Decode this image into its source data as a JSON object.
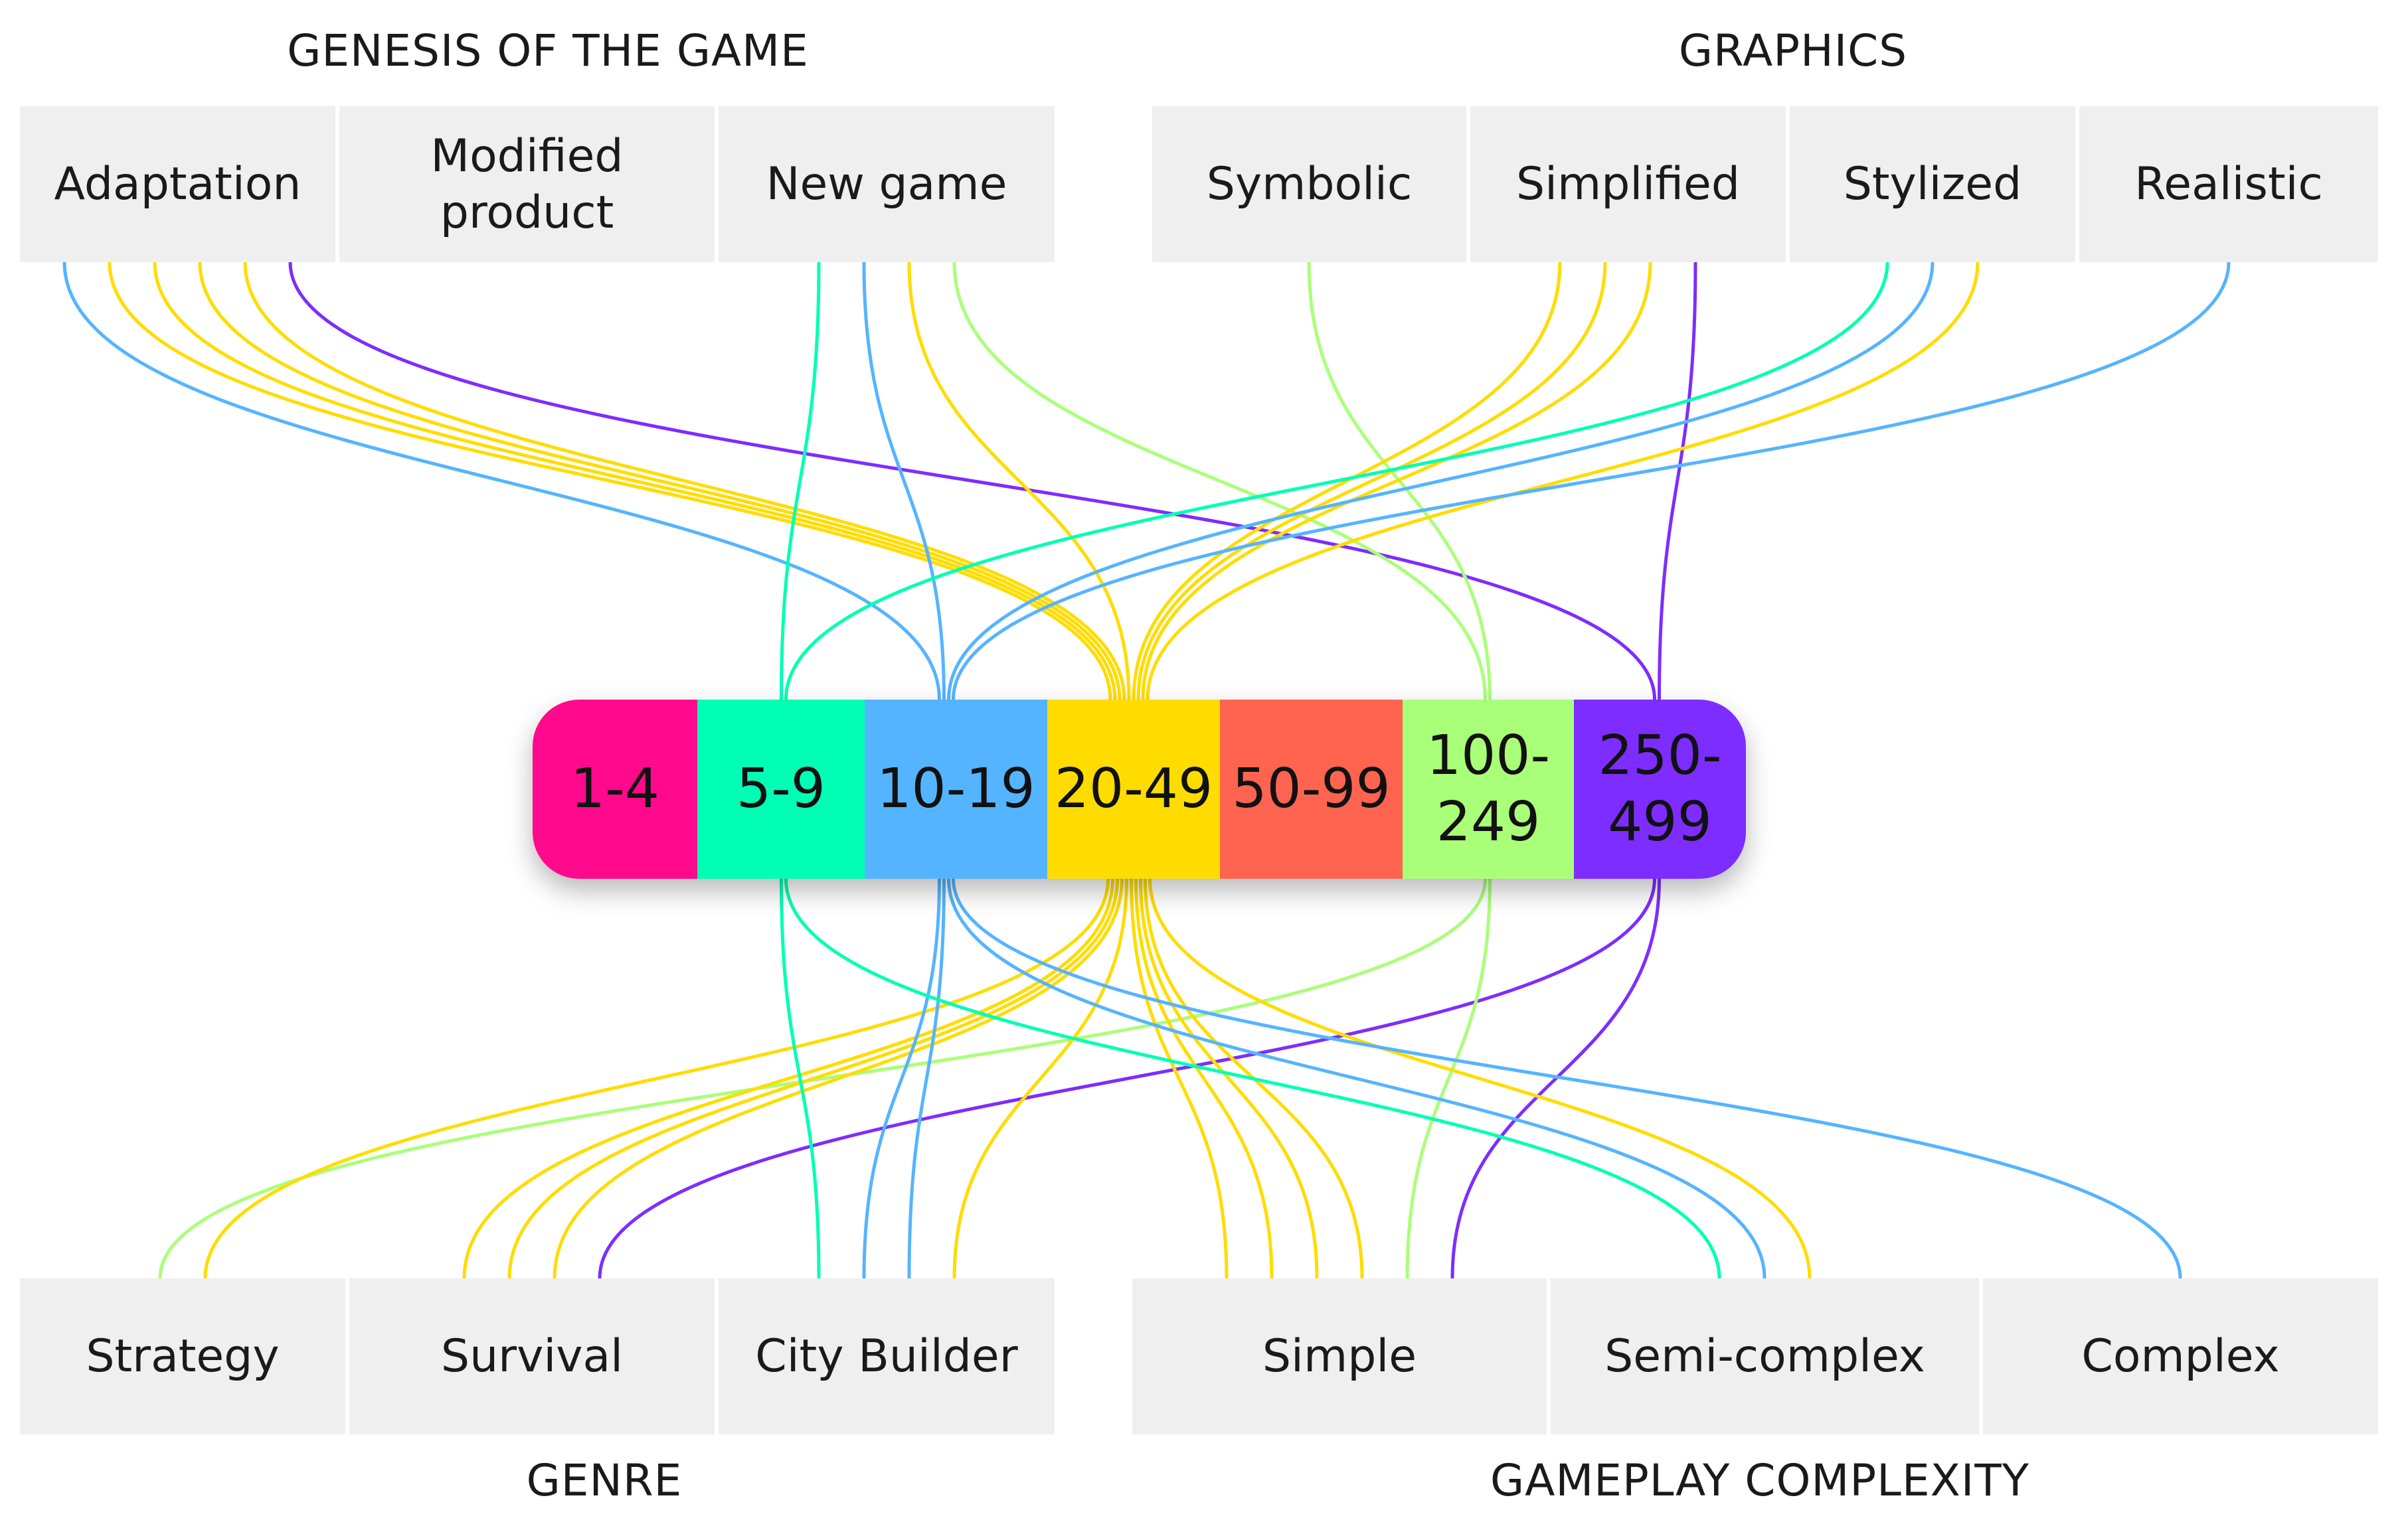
{
  "groups": {
    "genesis": {
      "title": "GENESIS OF THE GAME",
      "items": [
        "Adaptation",
        "Modified product",
        "New game"
      ]
    },
    "graphics": {
      "title": "GRAPHICS",
      "items": [
        "Symbolic",
        "Simplified",
        "Stylized",
        "Realistic"
      ]
    },
    "genre": {
      "title": "GENRE",
      "items": [
        "Strategy",
        "Survival",
        "City Builder"
      ]
    },
    "complexity": {
      "title": "GAMEPLAY COMPLEXITY",
      "items": [
        "Simple",
        "Semi-complex",
        "Complex"
      ]
    }
  },
  "scale": {
    "segments": [
      {
        "label": "1-4",
        "color": "#ff0a8c"
      },
      {
        "label": "5-9",
        "color": "#00ffb4"
      },
      {
        "label": "10-19",
        "color": "#55b4ff"
      },
      {
        "label": "20-49",
        "color": "#ffdc00"
      },
      {
        "label": "50-99",
        "color": "#ff6450"
      },
      {
        "label": "100-249",
        "color": "#aaff78"
      },
      {
        "label": "250-499",
        "color": "#7d2dff"
      }
    ]
  },
  "links": [
    {
      "from": "Adaptation",
      "to": "10-19",
      "color": "#55b4ff"
    },
    {
      "from": "Adaptation",
      "to": "20-49",
      "color": "#ffdc00"
    },
    {
      "from": "Adaptation",
      "to": "20-49",
      "color": "#ffdc00"
    },
    {
      "from": "Adaptation",
      "to": "20-49",
      "color": "#ffdc00"
    },
    {
      "from": "Adaptation",
      "to": "20-49",
      "color": "#ffdc00"
    },
    {
      "from": "Adaptation",
      "to": "250-499",
      "color": "#7d2dff"
    },
    {
      "from": "New game",
      "to": "5-9",
      "color": "#00ffb4"
    },
    {
      "from": "New game",
      "to": "10-19",
      "color": "#55b4ff"
    },
    {
      "from": "New game",
      "to": "20-49",
      "color": "#ffdc00"
    },
    {
      "from": "New game",
      "to": "100-249",
      "color": "#aaff78"
    },
    {
      "from": "Symbolic",
      "to": "100-249",
      "color": "#aaff78"
    },
    {
      "from": "Simplified",
      "to": "20-49",
      "color": "#ffdc00"
    },
    {
      "from": "Simplified",
      "to": "20-49",
      "color": "#ffdc00"
    },
    {
      "from": "Simplified",
      "to": "20-49",
      "color": "#ffdc00"
    },
    {
      "from": "Simplified",
      "to": "250-499",
      "color": "#7d2dff"
    },
    {
      "from": "Stylized",
      "to": "5-9",
      "color": "#00ffb4"
    },
    {
      "from": "Stylized",
      "to": "10-19",
      "color": "#55b4ff"
    },
    {
      "from": "Stylized",
      "to": "20-49",
      "color": "#ffdc00"
    },
    {
      "from": "Realistic",
      "to": "10-19",
      "color": "#55b4ff"
    },
    {
      "from": "Strategy",
      "to": "100-249",
      "color": "#aaff78"
    },
    {
      "from": "Strategy",
      "to": "20-49",
      "color": "#ffdc00"
    },
    {
      "from": "Survival",
      "to": "20-49",
      "color": "#ffdc00"
    },
    {
      "from": "Survival",
      "to": "20-49",
      "color": "#ffdc00"
    },
    {
      "from": "Survival",
      "to": "20-49",
      "color": "#ffdc00"
    },
    {
      "from": "Survival",
      "to": "250-499",
      "color": "#7d2dff"
    },
    {
      "from": "City Builder",
      "to": "5-9",
      "color": "#00ffb4"
    },
    {
      "from": "City Builder",
      "to": "10-19",
      "color": "#55b4ff"
    },
    {
      "from": "City Builder",
      "to": "10-19",
      "color": "#55b4ff"
    },
    {
      "from": "City Builder",
      "to": "20-49",
      "color": "#ffdc00"
    },
    {
      "from": "Simple",
      "to": "20-49",
      "color": "#ffdc00"
    },
    {
      "from": "Simple",
      "to": "20-49",
      "color": "#ffdc00"
    },
    {
      "from": "Simple",
      "to": "20-49",
      "color": "#ffdc00"
    },
    {
      "from": "Simple",
      "to": "20-49",
      "color": "#ffdc00"
    },
    {
      "from": "Simple",
      "to": "100-249",
      "color": "#aaff78"
    },
    {
      "from": "Simple",
      "to": "250-499",
      "color": "#7d2dff"
    },
    {
      "from": "Semi-complex",
      "to": "5-9",
      "color": "#00ffb4"
    },
    {
      "from": "Semi-complex",
      "to": "10-19",
      "color": "#55b4ff"
    },
    {
      "from": "Semi-complex",
      "to": "20-49",
      "color": "#ffdc00"
    },
    {
      "from": "Complex",
      "to": "10-19",
      "color": "#55b4ff"
    }
  ]
}
